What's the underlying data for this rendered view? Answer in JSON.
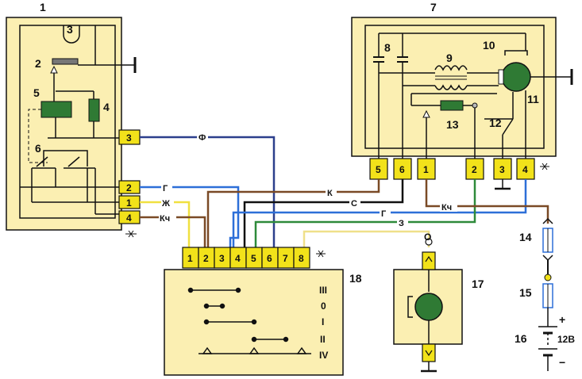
{
  "components": {
    "relay_block": "1",
    "relay_cam": "3",
    "relay_contact": "2",
    "relay_coil": "5",
    "relay_resistor": "4",
    "relay_switch": "6",
    "motor_block": "7",
    "capacitor": "8",
    "choke": "9",
    "brush_holder": "10",
    "motor": "11",
    "thermo_switch": "12",
    "motor_resistor": "13",
    "fuse_a": "14",
    "fuse_b": "15",
    "battery": "16",
    "washer_motor": "17",
    "switch_block": "18"
  },
  "battery_voltage": "12В",
  "battery_plus": "+",
  "battery_minus": "−",
  "relay_pins": [
    "3",
    "2",
    "1",
    "4"
  ],
  "motor_pins": [
    "5",
    "6",
    "1",
    "2",
    "3",
    "4"
  ],
  "switch_pins": [
    "1",
    "2",
    "3",
    "4",
    "5",
    "6",
    "7",
    "8"
  ],
  "switch_modes": [
    "III",
    "0",
    "I",
    "II",
    "IV"
  ],
  "washer_top_label": "O",
  "wires": {
    "f": "Ф",
    "g1": "Г",
    "zh": "Ж",
    "kch1": "Кч",
    "k": "К",
    "s": "С",
    "g2": "Г",
    "z": "З",
    "kch2": "Кч"
  },
  "colors": {
    "box_bg": "#fbefb2",
    "connector": "#f2e21a",
    "motor_green": "#2f7a34",
    "brown": "#7a4a26",
    "blue": "#2d6fd8",
    "navy": "#2c3f8c",
    "green": "#2e8a3a",
    "yellow": "#f0e040",
    "pale_yellow": "#efe08a",
    "black": "#111111"
  }
}
